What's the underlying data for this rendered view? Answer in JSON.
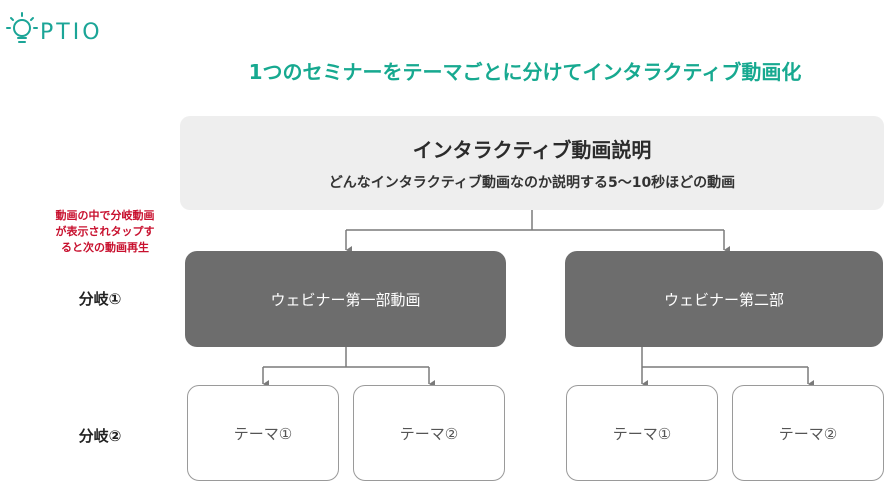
{
  "logo": {
    "text": "PTIO",
    "icon": "lightbulb-icon"
  },
  "title": "1つのセミナーをテーマごとに分けてインタラクティブ動画化",
  "explain": {
    "title": "インタラクティブ動画説明",
    "subtitle": "どんなインタラクティブ動画なのか説明する5〜10秒ほどの動画"
  },
  "note": [
    "動画の中で分岐動画",
    "が表示されタップす",
    "ると次の動画再生"
  ],
  "branches": [
    {
      "label": "分岐①"
    },
    {
      "label": "分岐②"
    }
  ],
  "videos": [
    {
      "label": "ウェビナー第一部動画"
    },
    {
      "label": "ウェビナー第二部"
    }
  ],
  "themes": [
    {
      "label": "テーマ①"
    },
    {
      "label": "テーマ②"
    },
    {
      "label": "テーマ①"
    },
    {
      "label": "テーマ②"
    }
  ],
  "colors": {
    "accent": "#17a990",
    "note": "#c8102e",
    "dark_box": "#6d6d6d",
    "light_box": "#eeeeee",
    "connector": "#7a7a7a"
  }
}
